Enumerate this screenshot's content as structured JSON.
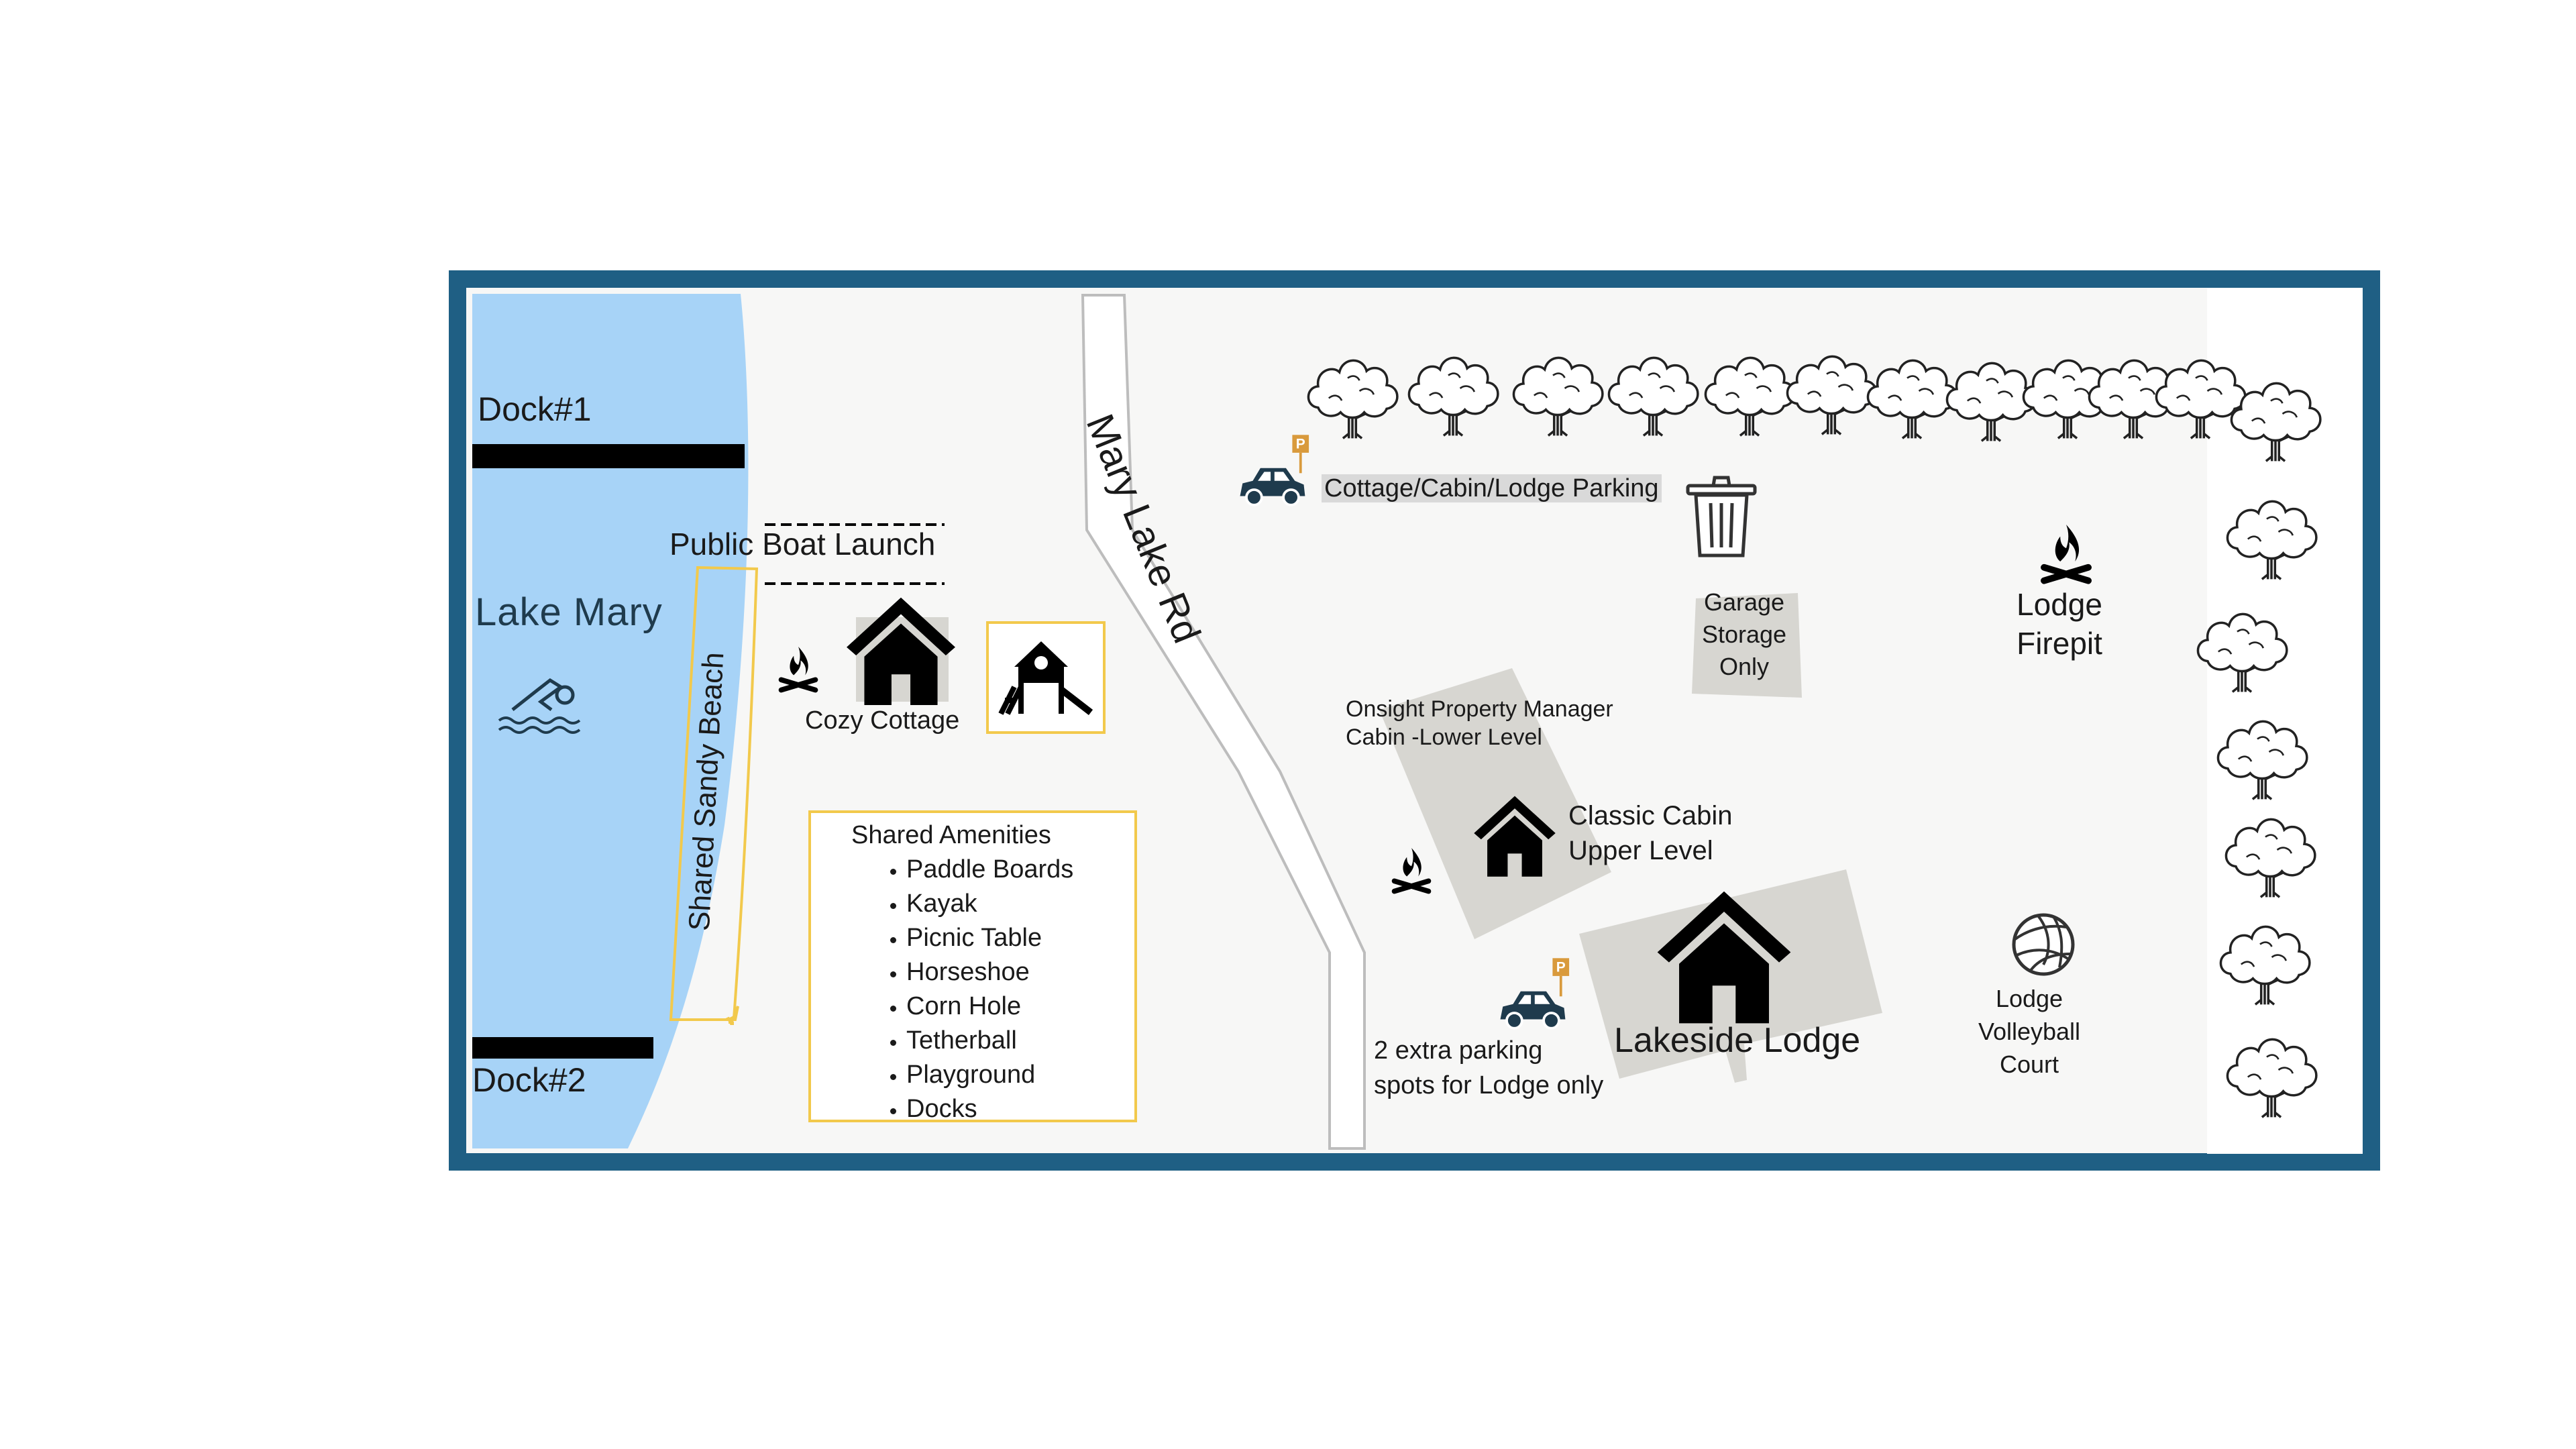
{
  "labels": {
    "dock1": "Dock#1",
    "dock2": "Dock#2",
    "lake": "Lake Mary",
    "beach": "Shared  Sandy Beach",
    "boat_launch": "Public Boat Launch",
    "road": "Mary Lake Rd",
    "cozy_cottage": "Cozy Cottage",
    "parking_main": "Cottage/Cabin/Lodge Parking",
    "garage": [
      "Garage",
      "Storage",
      "Only"
    ],
    "lodge_firepit": [
      "Lodge",
      "Firepit"
    ],
    "manager": [
      "Onsight Property Manager",
      "Cabin -Lower Level"
    ],
    "classic_cabin": [
      "Classic Cabin",
      "Upper Level"
    ],
    "lakeside_lodge": "Lakeside Lodge",
    "extra_parking": [
      "2 extra parking",
      "spots for Lodge only"
    ],
    "volleyball": [
      "Lodge",
      "Volleyball",
      "Court"
    ]
  },
  "amenities": {
    "title": "Shared Amenities",
    "items": [
      "Paddle Boards",
      "Kayak",
      "Picnic Table",
      "Horseshoe",
      "Corn Hole",
      "Tetherball",
      "Playground",
      "Docks"
    ]
  },
  "icons": {
    "swimmer": "swimmer-icon",
    "campfire": "campfire-icon",
    "house": "house-icon",
    "playground": "playground-icon",
    "car_parking": "car-parking-icon",
    "trash": "trash-can-icon",
    "volleyball": "volleyball-icon",
    "tree": "tree-icon"
  },
  "colors": {
    "frame": "#1f5f84",
    "water": "#a7d3f7",
    "ground": "#f7f7f6",
    "building_pad": "#d7d6d1",
    "highlight_box": "#f2c94c",
    "parking_sign": "#d99a3c",
    "car": "#1f3b4d"
  }
}
